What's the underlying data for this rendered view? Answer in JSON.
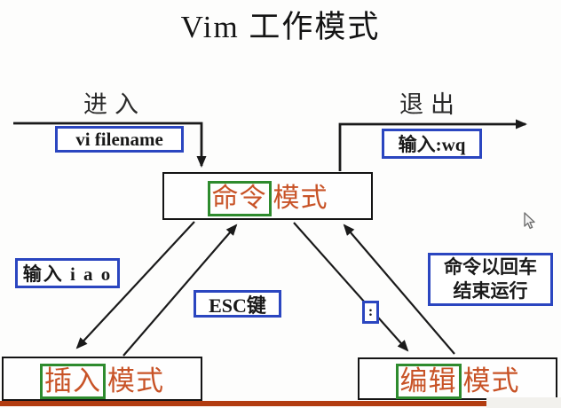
{
  "title": "Vim 工作模式",
  "flow": {
    "enter_label": "进入",
    "exit_label": "退出"
  },
  "annotations": {
    "vi_filename": "vi filename",
    "wq": "输入:wq",
    "iao": "输入 i a o",
    "esc": "ESC键",
    "colon": ":",
    "enter_note_line1": "命令以回车",
    "enter_note_line2": "结束运行"
  },
  "nodes": {
    "command_mode": {
      "highlight": "命令",
      "rest": "模式"
    },
    "insert_mode": {
      "highlight": "插入",
      "rest": "模式"
    },
    "edit_mode": {
      "highlight": "编辑",
      "rest": "模式"
    }
  },
  "colors": {
    "annotation_border_blue": "#2b46c0",
    "highlight_border_green": "#2e8b2e",
    "mode_text_orange": "#c85327",
    "line_black": "#1a1a1a",
    "bottom_band_red": "#b23c10"
  }
}
